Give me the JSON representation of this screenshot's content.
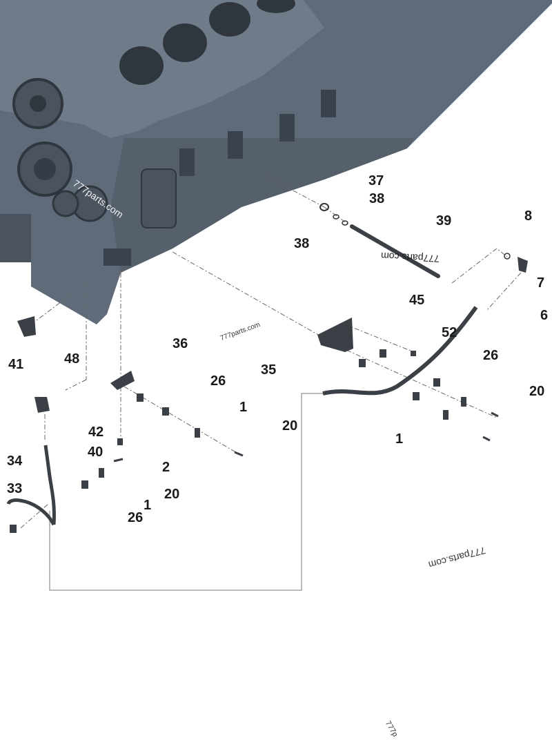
{
  "diagram": {
    "callouts": [
      "37",
      "38",
      "38",
      "39",
      "8",
      "7",
      "6",
      "45",
      "52",
      "26",
      "20",
      "1",
      "35",
      "36",
      "26",
      "1",
      "20",
      "2",
      "20",
      "1",
      "26",
      "41",
      "42",
      "40",
      "34",
      "33",
      "48"
    ],
    "watermarks": [
      "777parts.com",
      "777parts.com",
      "777parts.com",
      "777parts.com",
      "777p"
    ],
    "colors": {
      "engine_block": "#5f6b78",
      "engine_dark": "#3a434d",
      "part": "#3b4047",
      "leader": "#666666"
    }
  }
}
